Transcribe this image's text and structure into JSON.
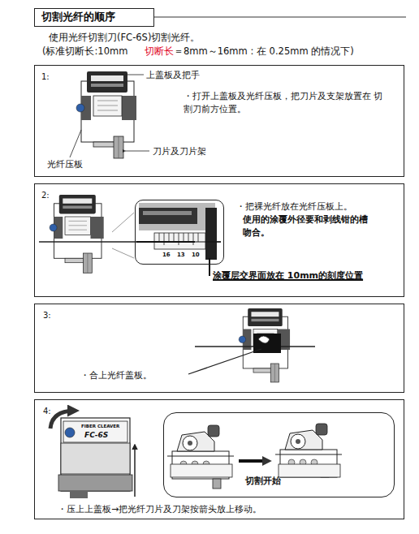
{
  "diagram": {
    "title": "切割光纤的顺序",
    "nodes": [
      {
        "text": [
          "1:",
          "・打开上盖板及光纤压板，把刀片及支架放置在 切割刀前方位置。"
        ]
      },
      {
        "text": [
          "2:",
          "・把裸光纤放在光纤压板上。",
          "使用的涂覆外径要和剥线钳的槽 吻合。"
        ]
      },
      {
        "text": [
          "16",
          "13",
          "10"
        ],
        "in": 1
      },
      {
        "text": [
          "3:",
          "・合上光纤盖板。"
        ]
      },
      {
        "text": [
          "4:",
          "・压上上盖板→把光纤刀片及刀架按箭头放上移动。"
        ]
      },
      {
        "text": [
          "切割开始"
        ],
        "in": 4
      }
    ],
    "labels": [
      "使用光纤切割刀(FC-6S)切割光纤。",
      "(标准切断长:10mm",
      "切断长",
      "＝8mm～16mm : 在 0.25mm 的情况下)",
      "上盖板及把手",
      "刀片及刀片架",
      "光纤压板",
      "涂覆层交界面放在 10mm的刻度位置",
      "FIBER CLEAVER",
      "FC-6S"
    ]
  }
}
